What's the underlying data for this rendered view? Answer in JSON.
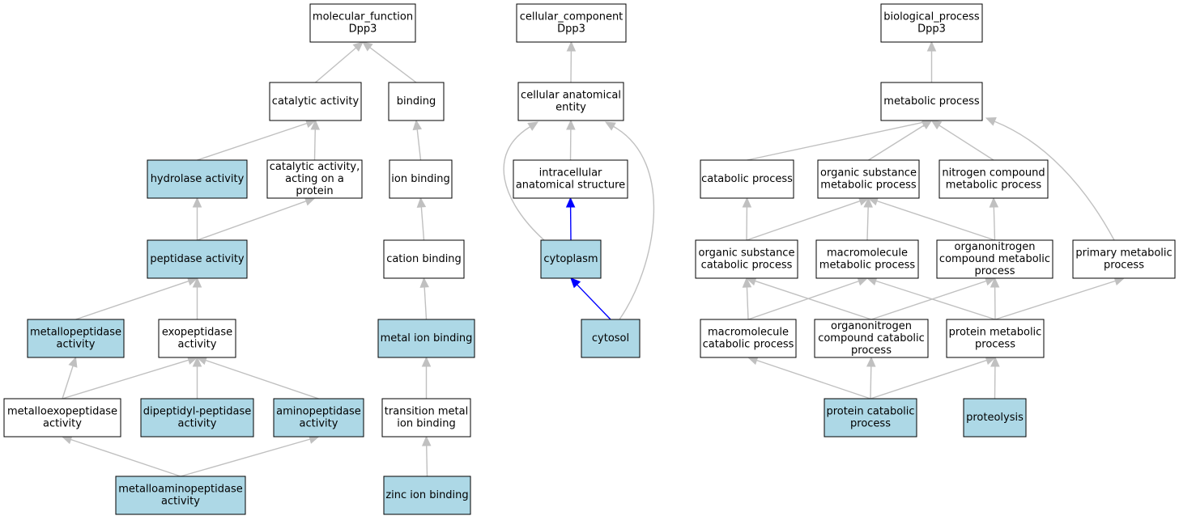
{
  "colors": {
    "highlight_fill": "#add8e6",
    "default_fill": "#ffffff",
    "edge_gray": "#c0c0c0",
    "edge_blue": "#0000ff"
  },
  "nodes": {
    "mf_root": {
      "lines": [
        "molecular_function",
        "Dpp3"
      ],
      "highlight": false
    },
    "catalytic": {
      "lines": [
        "catalytic activity"
      ],
      "highlight": false
    },
    "binding": {
      "lines": [
        "binding"
      ],
      "highlight": false
    },
    "hydrolase": {
      "lines": [
        "hydrolase activity"
      ],
      "highlight": true
    },
    "cat_protein": {
      "lines": [
        "catalytic activity,",
        "acting on a",
        "protein"
      ],
      "highlight": false
    },
    "ion_binding": {
      "lines": [
        "ion binding"
      ],
      "highlight": false
    },
    "peptidase": {
      "lines": [
        "peptidase activity"
      ],
      "highlight": true
    },
    "cation_binding": {
      "lines": [
        "cation binding"
      ],
      "highlight": false
    },
    "metallopeptidase": {
      "lines": [
        "metallopeptidase",
        "activity"
      ],
      "highlight": true
    },
    "exopeptidase": {
      "lines": [
        "exopeptidase",
        "activity"
      ],
      "highlight": false
    },
    "metal_ion_binding": {
      "lines": [
        "metal ion binding"
      ],
      "highlight": true
    },
    "metalloexopeptidase": {
      "lines": [
        "metalloexopeptidase",
        "activity"
      ],
      "highlight": false
    },
    "dipeptidyl": {
      "lines": [
        "dipeptidyl-peptidase",
        "activity"
      ],
      "highlight": true
    },
    "aminopeptidase": {
      "lines": [
        "aminopeptidase",
        "activity"
      ],
      "highlight": true
    },
    "transition_metal": {
      "lines": [
        "transition metal",
        "ion binding"
      ],
      "highlight": false
    },
    "metalloaminopeptidase": {
      "lines": [
        "metalloaminopeptidase",
        "activity"
      ],
      "highlight": true
    },
    "zinc_ion": {
      "lines": [
        "zinc ion binding"
      ],
      "highlight": true
    },
    "cc_root": {
      "lines": [
        "cellular_component",
        "Dpp3"
      ],
      "highlight": false
    },
    "cell_anat": {
      "lines": [
        "cellular anatomical",
        "entity"
      ],
      "highlight": false
    },
    "intracellular": {
      "lines": [
        "intracellular",
        "anatomical structure"
      ],
      "highlight": false
    },
    "cytoplasm": {
      "lines": [
        "cytoplasm"
      ],
      "highlight": true
    },
    "cytosol": {
      "lines": [
        "cytosol"
      ],
      "highlight": true
    },
    "bp_root": {
      "lines": [
        "biological_process",
        "Dpp3"
      ],
      "highlight": false
    },
    "metabolic": {
      "lines": [
        "metabolic process"
      ],
      "highlight": false
    },
    "catabolic": {
      "lines": [
        "catabolic process"
      ],
      "highlight": false
    },
    "org_sub_met": {
      "lines": [
        "organic substance",
        "metabolic process"
      ],
      "highlight": false
    },
    "nitrogen_met": {
      "lines": [
        "nitrogen compound",
        "metabolic process"
      ],
      "highlight": false
    },
    "org_sub_cat": {
      "lines": [
        "organic substance",
        "catabolic process"
      ],
      "highlight": false
    },
    "macro_met": {
      "lines": [
        "macromolecule",
        "metabolic process"
      ],
      "highlight": false
    },
    "organonitrogen_met": {
      "lines": [
        "organonitrogen",
        "compound metabolic",
        "process"
      ],
      "highlight": false
    },
    "primary_met": {
      "lines": [
        "primary metabolic",
        "process"
      ],
      "highlight": false
    },
    "macro_cat": {
      "lines": [
        "macromolecule",
        "catabolic process"
      ],
      "highlight": false
    },
    "organonitrogen_cat": {
      "lines": [
        "organonitrogen",
        "compound catabolic",
        "process"
      ],
      "highlight": false
    },
    "protein_met": {
      "lines": [
        "protein metabolic",
        "process"
      ],
      "highlight": false
    },
    "protein_cat": {
      "lines": [
        "protein catabolic",
        "process"
      ],
      "highlight": true
    },
    "proteolysis": {
      "lines": [
        "proteolysis"
      ],
      "highlight": true
    }
  },
  "edges": [
    {
      "from": "catalytic",
      "to": "mf_root",
      "color": "gray"
    },
    {
      "from": "binding",
      "to": "mf_root",
      "color": "gray"
    },
    {
      "from": "hydrolase",
      "to": "catalytic",
      "color": "gray"
    },
    {
      "from": "cat_protein",
      "to": "catalytic",
      "color": "gray"
    },
    {
      "from": "ion_binding",
      "to": "binding",
      "color": "gray"
    },
    {
      "from": "peptidase",
      "to": "hydrolase",
      "color": "gray"
    },
    {
      "from": "peptidase",
      "to": "cat_protein",
      "color": "gray"
    },
    {
      "from": "cation_binding",
      "to": "ion_binding",
      "color": "gray"
    },
    {
      "from": "metallopeptidase",
      "to": "peptidase",
      "color": "gray"
    },
    {
      "from": "exopeptidase",
      "to": "peptidase",
      "color": "gray"
    },
    {
      "from": "metal_ion_binding",
      "to": "cation_binding",
      "color": "gray"
    },
    {
      "from": "metalloexopeptidase",
      "to": "metallopeptidase",
      "color": "gray"
    },
    {
      "from": "metalloexopeptidase",
      "to": "exopeptidase",
      "color": "gray"
    },
    {
      "from": "dipeptidyl",
      "to": "exopeptidase",
      "color": "gray"
    },
    {
      "from": "aminopeptidase",
      "to": "exopeptidase",
      "color": "gray"
    },
    {
      "from": "transition_metal",
      "to": "metal_ion_binding",
      "color": "gray"
    },
    {
      "from": "metalloaminopeptidase",
      "to": "metalloexopeptidase",
      "color": "gray"
    },
    {
      "from": "metalloaminopeptidase",
      "to": "aminopeptidase",
      "color": "gray"
    },
    {
      "from": "zinc_ion",
      "to": "transition_metal",
      "color": "gray"
    },
    {
      "from": "cell_anat",
      "to": "cc_root",
      "color": "gray"
    },
    {
      "from": "intracellular",
      "to": "cell_anat",
      "color": "gray"
    },
    {
      "from": "cytoplasm",
      "to": "cell_anat",
      "color": "gray"
    },
    {
      "from": "cytoplasm",
      "to": "intracellular",
      "color": "blue"
    },
    {
      "from": "cytosol",
      "to": "cytoplasm",
      "color": "blue"
    },
    {
      "from": "cytosol",
      "to": "cell_anat",
      "color": "gray"
    },
    {
      "from": "metabolic",
      "to": "bp_root",
      "color": "gray"
    },
    {
      "from": "catabolic",
      "to": "metabolic",
      "color": "gray"
    },
    {
      "from": "org_sub_met",
      "to": "metabolic",
      "color": "gray"
    },
    {
      "from": "nitrogen_met",
      "to": "metabolic",
      "color": "gray"
    },
    {
      "from": "primary_met",
      "to": "metabolic",
      "color": "gray"
    },
    {
      "from": "org_sub_cat",
      "to": "catabolic",
      "color": "gray"
    },
    {
      "from": "org_sub_cat",
      "to": "org_sub_met",
      "color": "gray"
    },
    {
      "from": "macro_met",
      "to": "org_sub_met",
      "color": "gray"
    },
    {
      "from": "organonitrogen_met",
      "to": "org_sub_met",
      "color": "gray"
    },
    {
      "from": "organonitrogen_met",
      "to": "nitrogen_met",
      "color": "gray"
    },
    {
      "from": "macro_cat",
      "to": "org_sub_cat",
      "color": "gray"
    },
    {
      "from": "macro_cat",
      "to": "macro_met",
      "color": "gray"
    },
    {
      "from": "organonitrogen_cat",
      "to": "org_sub_cat",
      "color": "gray"
    },
    {
      "from": "organonitrogen_cat",
      "to": "organonitrogen_met",
      "color": "gray"
    },
    {
      "from": "protein_met",
      "to": "macro_met",
      "color": "gray"
    },
    {
      "from": "protein_met",
      "to": "organonitrogen_met",
      "color": "gray"
    },
    {
      "from": "protein_met",
      "to": "primary_met",
      "color": "gray"
    },
    {
      "from": "protein_cat",
      "to": "macro_cat",
      "color": "gray"
    },
    {
      "from": "protein_cat",
      "to": "organonitrogen_cat",
      "color": "gray"
    },
    {
      "from": "protein_cat",
      "to": "protein_met",
      "color": "gray"
    },
    {
      "from": "proteolysis",
      "to": "protein_met",
      "color": "gray"
    }
  ]
}
